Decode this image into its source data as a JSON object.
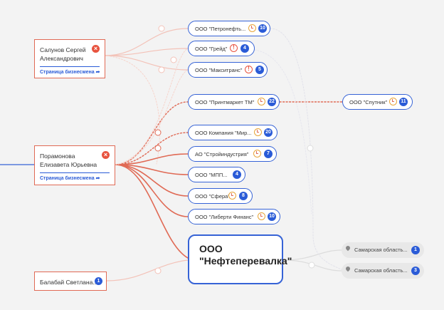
{
  "colors": {
    "accent": "#e06a55",
    "link": "#2a5bd7",
    "badge": "#2a5bd7",
    "edge_faint": "#f3c2b8"
  },
  "persons": [
    {
      "name": "Салунов Сергей Александрович",
      "link_label": "Страница бизнесмена",
      "close_icon": "close-icon"
    },
    {
      "name": "Порамонова Елизавета Юрьевна",
      "link_label": "Страница бизнесмена",
      "close_icon": "close-icon"
    },
    {
      "name": "Балабай Светлана...",
      "badge": "1"
    }
  ],
  "companies": [
    {
      "name": "ООО \"Петронефть...",
      "icon": "circle",
      "badge": "10"
    },
    {
      "name": "ООО \"Грейд\"",
      "icon": "warning",
      "badge": "4"
    },
    {
      "name": "ООО \"Макситранс\"",
      "icon": "warning",
      "badge": "5"
    },
    {
      "name": "ООО \"Принтмаркет ТМ\"",
      "icon": "circle",
      "badge": "22"
    },
    {
      "name": "ООО Компания \"Мир...",
      "icon": "circle",
      "badge": "20"
    },
    {
      "name": "АО \"Стройиндустрия\"",
      "icon": "circle",
      "badge": "7"
    },
    {
      "name": "ООО \"МПП...",
      "icon": "none",
      "badge": "4"
    },
    {
      "name": "ООО \"Сфера\"",
      "icon": "circle",
      "badge": "8"
    },
    {
      "name": "ООО \"Либерти Финанс\"",
      "icon": "circle",
      "badge": "10"
    },
    {
      "name": "ООО \"Спутник\"",
      "icon": "circle",
      "badge": "11"
    }
  ],
  "focused_company": {
    "name": "ООО \"Нефтеперевалка\""
  },
  "regions": [
    {
      "name": "Самарская область...",
      "badge": "1"
    },
    {
      "name": "Самарская область...",
      "badge": "3"
    }
  ]
}
